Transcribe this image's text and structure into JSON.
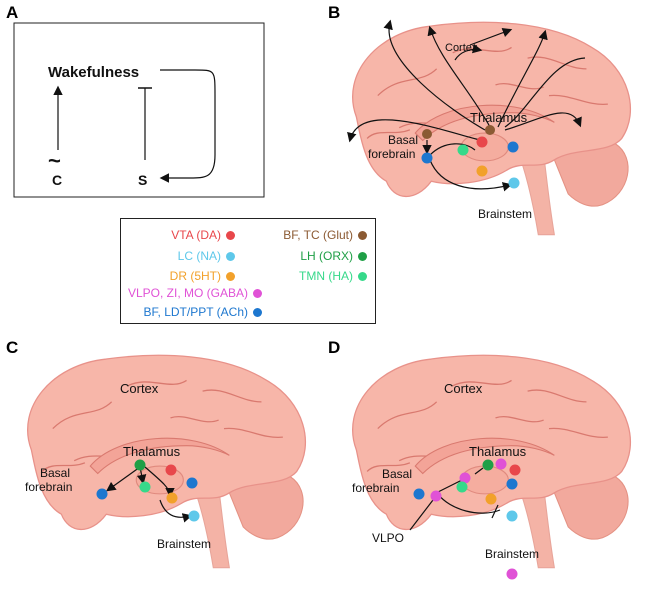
{
  "panels": {
    "a": "A",
    "b": "B",
    "c": "C",
    "d": "D"
  },
  "panelA": {
    "wakefulness": "Wakefulness",
    "c_label": "C",
    "s_label": "S",
    "wave": "~"
  },
  "labels": {
    "cortex": "Cortex",
    "thalamus": "Thalamus",
    "basal": "Basal",
    "forebrain": "forebrain",
    "brainstem": "Brainstem",
    "vlpo": "VLPO"
  },
  "legend": [
    {
      "label": "VTA (DA)",
      "color": "#e8474b"
    },
    {
      "label": "LC (NA)",
      "color": "#5ec8ea"
    },
    {
      "label": "DR (5HT)",
      "color": "#f2a12b"
    },
    {
      "label": "VLPO, ZI, MO (GABA)",
      "color": "#e052d6"
    },
    {
      "label": "BF, LDT/PPT (ACh)",
      "color": "#1d77cf"
    },
    {
      "label": "BF, TC (Glut)",
      "color": "#8b5a33"
    },
    {
      "label": "LH (ORX)",
      "color": "#1f9f46"
    },
    {
      "label": "TMN (HA)",
      "color": "#36d98a"
    }
  ],
  "colors": {
    "brain_fill": "#f7b6a9",
    "brain_edge": "#e8928a",
    "fold": "#d9796f"
  }
}
